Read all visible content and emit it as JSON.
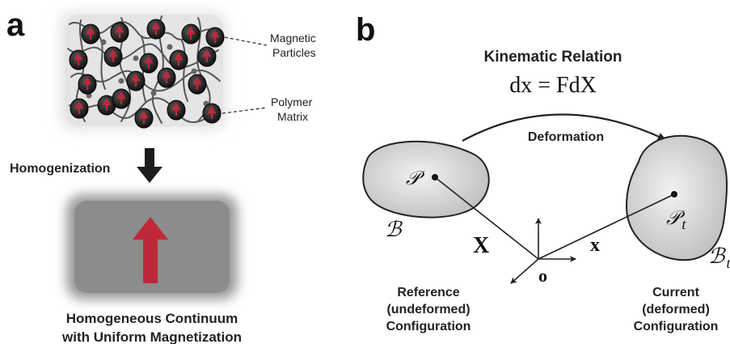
{
  "panel_a": {
    "label": "a",
    "particles_label_line1": "Magnetic",
    "particles_label_line2": "Particles",
    "matrix_label_line1": "Polymer",
    "matrix_label_line2": "Matrix",
    "homogenization_label": "Homogenization",
    "continuum_caption_line1": "Homogeneous Continuum",
    "continuum_caption_line2": "with Uniform Magnetization"
  },
  "panel_b": {
    "label": "b",
    "kinematic_title": "Kinematic Relation",
    "equation": "dx = FdX",
    "deformation_label": "Deformation",
    "ref_point": "𝒫",
    "ref_body": "ℬ",
    "cur_point": "𝒫",
    "cur_point_sub": "t",
    "cur_body": "ℬ",
    "cur_body_sub": "t",
    "ref_vector": "X",
    "cur_vector": "x",
    "origin": "o",
    "ref_caption_line1": "Reference",
    "ref_caption_line2": "(undeformed)",
    "ref_caption_line3": "Configuration",
    "cur_caption_line1": "Current",
    "cur_caption_line2": "(deformed)",
    "cur_caption_line3": "Configuration"
  },
  "colors": {
    "particle": "#1f1f1f",
    "arrow_red": "#c0283a",
    "matrix_bg": "#e6e6e6",
    "continuum_gray": "#8f8f8f",
    "body_fill": "#cfcfcf"
  }
}
